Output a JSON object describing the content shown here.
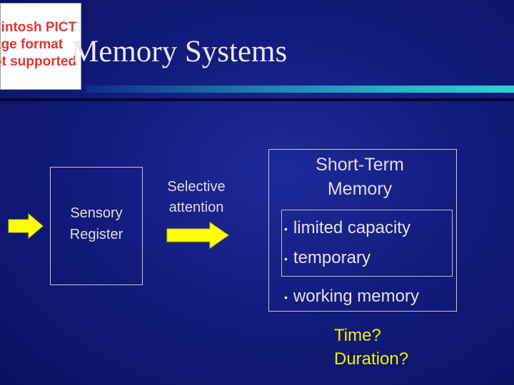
{
  "pict_placeholder": {
    "lines": [
      "cintosh PICT",
      "age format",
      "ot supported"
    ]
  },
  "title": "Memory Systems",
  "sensory_register": {
    "line1": "Sensory",
    "line2": "Register"
  },
  "selective_attention": {
    "line1": "Selective",
    "line2": "attention"
  },
  "short_term_memory": {
    "title_line1": "Short-Term",
    "title_line2": "Memory",
    "bullets": [
      "limited capacity",
      "temporary",
      "working memory"
    ]
  },
  "questions": {
    "line1": "Time?",
    "line2": "Duration?"
  },
  "colors": {
    "background": "#131c7e",
    "arrow": "#ffff00",
    "question_text": "#f2f200",
    "pict_text": "#e0362f"
  }
}
